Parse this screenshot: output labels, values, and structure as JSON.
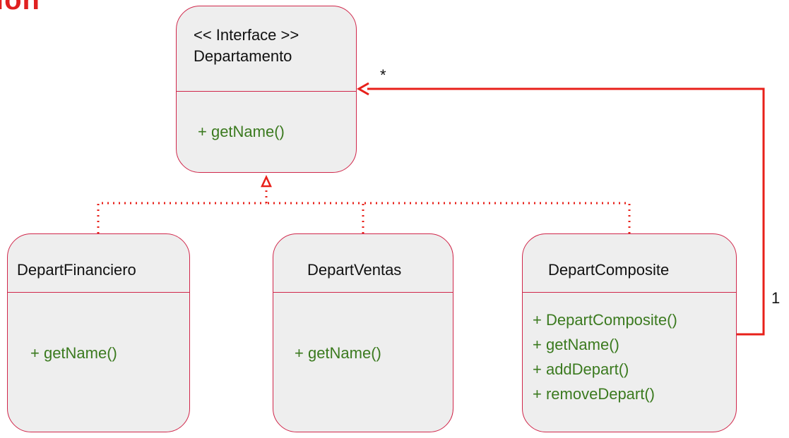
{
  "brand": {
    "fragment_text": "ion",
    "color": "#e02020"
  },
  "theme": {
    "border_color": "#d0264a",
    "connector_color": "#e8201a",
    "box_fill": "#eeeeee",
    "method_color": "#3b7a1f",
    "text_color": "#111111"
  },
  "classes": {
    "departamento": {
      "stereotype": "<< Interface >>",
      "name": "Departamento",
      "methods": [
        "+ getName()"
      ]
    },
    "depart_financiero": {
      "name": "DepartFinanciero",
      "methods": [
        "+ getName()"
      ]
    },
    "depart_ventas": {
      "name": "DepartVentas",
      "methods": [
        "+ getName()"
      ]
    },
    "depart_composite": {
      "name": "DepartComposite",
      "methods": [
        "+ DepartComposite()",
        "+ getName()",
        "+ addDepart()",
        "+ removeDepart()"
      ]
    }
  },
  "associations": {
    "composite_to_interface": {
      "source_multiplicity": "1",
      "target_multiplicity": "*"
    }
  }
}
